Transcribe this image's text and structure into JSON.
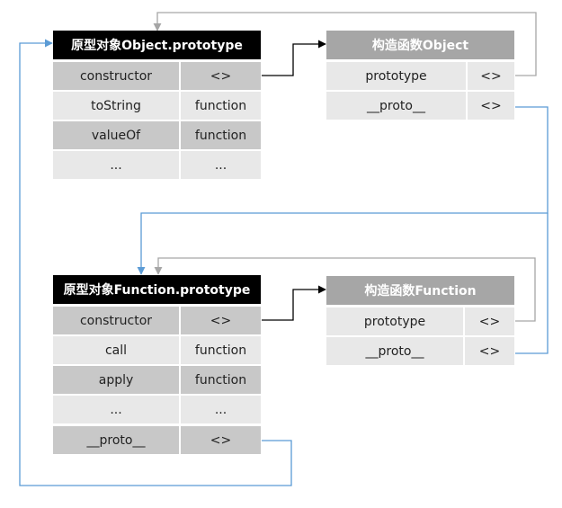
{
  "object_prototype": {
    "title": "原型对象Object.prototype",
    "rows": [
      {
        "key": "constructor",
        "value": "<>"
      },
      {
        "key": "toString",
        "value": "function"
      },
      {
        "key": "valueOf",
        "value": "function"
      },
      {
        "key": "...",
        "value": "..."
      }
    ]
  },
  "object_constructor": {
    "title": "构造函数Object",
    "rows": [
      {
        "key": "prototype",
        "value": "<>"
      },
      {
        "key": "__proto__",
        "value": "<>"
      }
    ]
  },
  "function_prototype": {
    "title": "原型对象Function.prototype",
    "rows": [
      {
        "key": "constructor",
        "value": "<>"
      },
      {
        "key": "call",
        "value": "function"
      },
      {
        "key": "apply",
        "value": "function"
      },
      {
        "key": "...",
        "value": "..."
      },
      {
        "key": "__proto__",
        "value": "<>"
      }
    ]
  },
  "function_constructor": {
    "title": "构造函数Function",
    "rows": [
      {
        "key": "prototype",
        "value": "<>"
      },
      {
        "key": "__proto__",
        "value": "<>"
      }
    ]
  },
  "colors": {
    "black": "#000000",
    "blue": "#5b9bd5",
    "grey": "#a6a6a6"
  }
}
